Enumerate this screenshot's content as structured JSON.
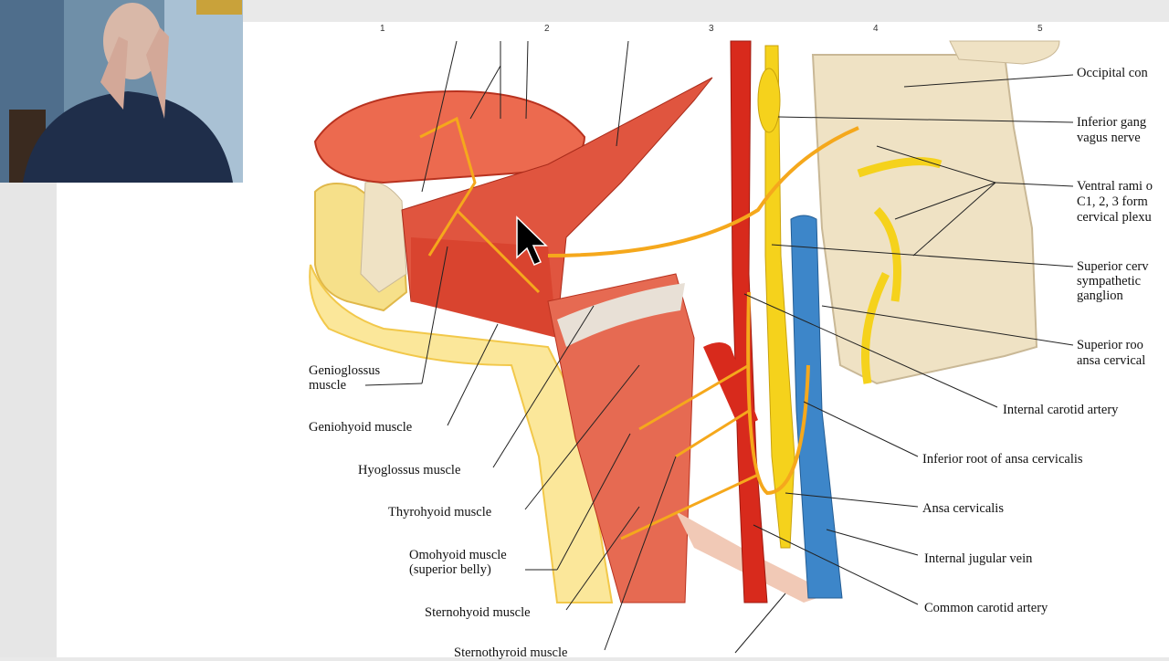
{
  "ruler": {
    "marks": [
      "1",
      "2",
      "3",
      "4",
      "5"
    ]
  },
  "labels": {
    "occipital": "Occipital con",
    "inferior_ganglion_1": "Inferior gang",
    "inferior_ganglion_2": "vagus nerve",
    "ventral_rami_1": "Ventral rami o",
    "ventral_rami_2": "C1, 2, 3 form",
    "ventral_rami_3": "cervical plexu",
    "superior_cervical_1": "Superior cerv",
    "superior_cervical_2": "sympathetic",
    "superior_cervical_3": "ganglion",
    "superior_root_1": "Superior roo",
    "superior_root_2": "ansa cervical",
    "internal_carotid": "Internal carotid artery",
    "inferior_root": "Inferior root of ansa cervicalis",
    "ansa_cervicalis": "Ansa cervicalis",
    "internal_jugular": "Internal jugular vein",
    "common_carotid": "Common carotid artery",
    "genioglossus_1": "Genioglossus",
    "genioglossus_2": "muscle",
    "geniohyoid": "Geniohyoid muscle",
    "hyoglossus": "Hyoglossus muscle",
    "thyrohyoid": "Thyrohyoid muscle",
    "omohyoid_1": "Omohyoid muscle",
    "omohyoid_2": "(superior belly)",
    "sternohyoid": "Sternohyoid muscle",
    "sternothyroid": "Sternothyroid muscle"
  },
  "colors": {
    "muscle": "#e0553f",
    "muscle_light": "#f29a82",
    "nerve": "#f5d21c",
    "artery": "#d82a1c",
    "vein": "#3d86c9",
    "bone": "#efe2c4"
  }
}
